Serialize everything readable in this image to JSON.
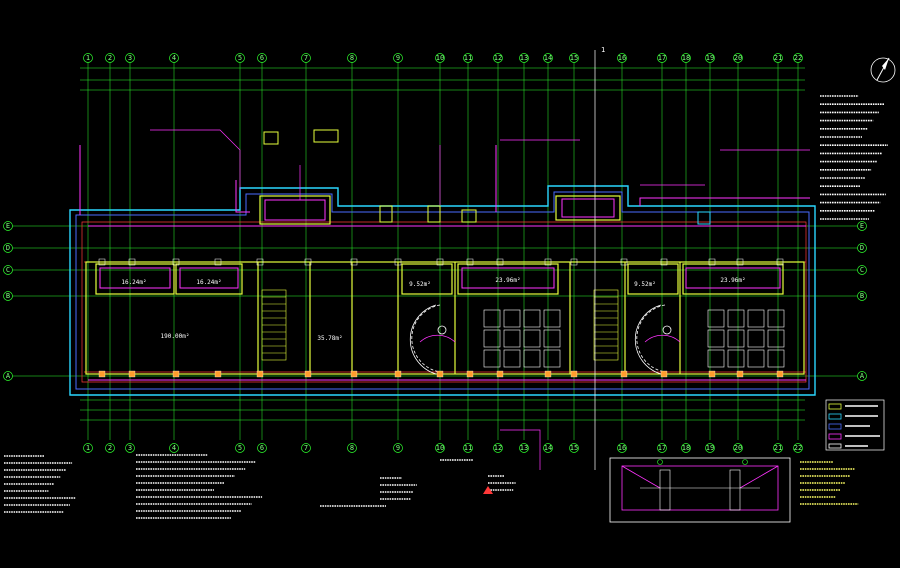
{
  "drawing": {
    "column_labels": [
      "1",
      "2",
      "3",
      "4",
      "5",
      "6",
      "7",
      "8",
      "9",
      "10",
      "11",
      "12",
      "13",
      "14",
      "15",
      "16",
      "17",
      "18",
      "19",
      "20",
      "21",
      "22"
    ],
    "row_labels": [
      "E",
      "D",
      "C",
      "B",
      "A"
    ],
    "section_mark": "1",
    "rooms": [
      {
        "name": "",
        "area": "16.24m²"
      },
      {
        "name": "",
        "area": "16.24m²"
      },
      {
        "name": "",
        "area": "190.00m²"
      },
      {
        "name": "",
        "area": "35.78m²"
      },
      {
        "name": "",
        "area": "9.52m²"
      },
      {
        "name": "",
        "area": "23.96m²"
      },
      {
        "name": "",
        "area": "9.52m²"
      },
      {
        "name": "",
        "area": "23.96m²"
      }
    ],
    "colors": {
      "wall": "#e6ff3c",
      "grid": "#2dff2d",
      "outline_cyan": "#2ad7ff",
      "outline_blue": "#4a6cff",
      "pipe_magenta": "#ff33ff",
      "axis_red": "#ff3838",
      "text_white": "#ffffff"
    }
  }
}
